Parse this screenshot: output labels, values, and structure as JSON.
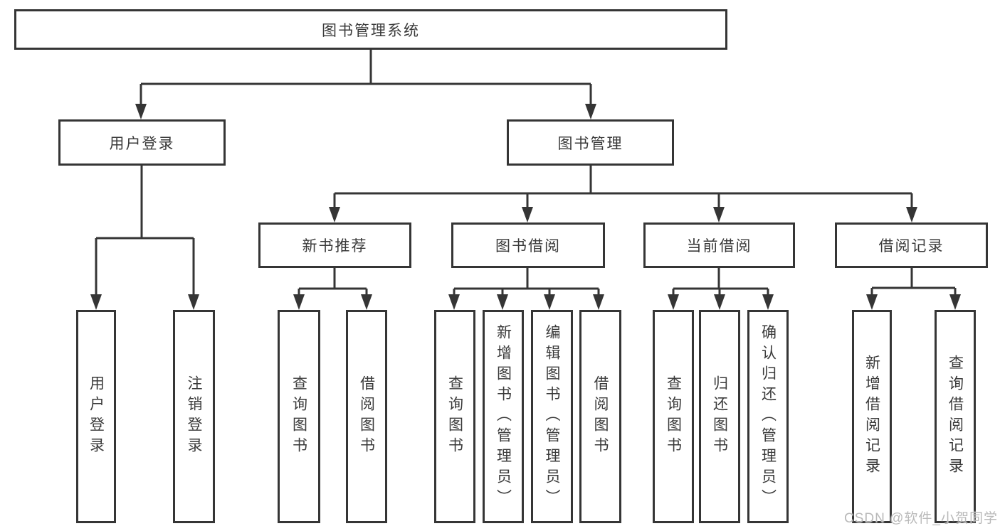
{
  "diagram": {
    "root": {
      "label": "图书管理系统"
    },
    "level2": [
      {
        "label": "用户登录"
      },
      {
        "label": "图书管理"
      }
    ],
    "level3": [
      {
        "label": "新书推荐"
      },
      {
        "label": "图书借阅"
      },
      {
        "label": "当前借阅"
      },
      {
        "label": "借阅记录"
      }
    ],
    "leaves": {
      "user_login": [
        "用户登录",
        "注销登录"
      ],
      "new_book": [
        "查询图书",
        "借阅图书"
      ],
      "book_borrow": [
        "查询图书",
        "新增图书（管理员）",
        "编辑图书（管理员）",
        "借阅图书"
      ],
      "current_borrow": [
        "查询图书",
        "归还图书",
        "确认归还（管理员）"
      ],
      "borrow_record": [
        "新增借阅记录",
        "查询借阅记录"
      ]
    },
    "colors": {
      "line": "#353535",
      "box_border": "#353535",
      "box_fill": "#ffffff",
      "text": "#3a3a3a",
      "watermark": "#b9b9b9"
    }
  },
  "watermark": {
    "text": "CSDN @软件_小贺同学"
  }
}
